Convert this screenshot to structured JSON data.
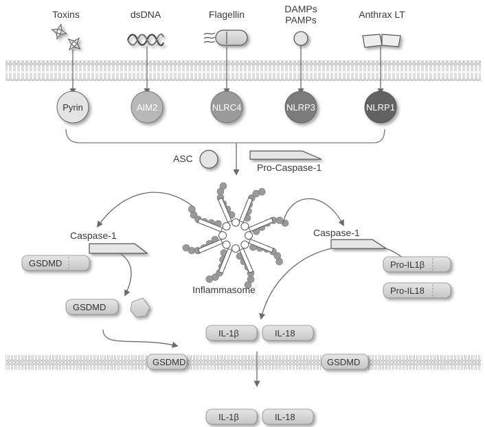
{
  "stimuli": {
    "toxins": "Toxins",
    "dsdna": "dsDNA",
    "flagellin": "Flagellin",
    "damps": "DAMPs",
    "pamps": "PAMPs",
    "anthrax": "Anthrax LT"
  },
  "receptors": {
    "pyrin": "Pyrin",
    "aim2": "AIM2",
    "nlrc4": "NLRC4",
    "nlrp3": "NLRP3",
    "nlrp1": "NLRP1"
  },
  "adaptor": {
    "asc": "ASC",
    "pro_caspase": "Pro-Caspase-1"
  },
  "complex": {
    "inflammasome": "Inflammasome",
    "caspase_left": "Caspase-1",
    "caspase_right": "Caspase-1"
  },
  "substrates": {
    "gsdmd_full": "GSDMD",
    "gsdmd_cleaved": "GSDMD",
    "gsdmd_pore_left": "GSDMD",
    "gsdmd_pore_right": "GSDMD",
    "pro_il1b": "Pro-IL1β",
    "pro_il18": "Pro-IL18",
    "il1b_inner": "IL-1β",
    "il18_inner": "IL-18",
    "il1b_outer": "IL-1β",
    "il18_outer": "IL-18"
  },
  "colors": {
    "pyrin": "#e4e4e4",
    "aim2": "#b8b8b8",
    "nlrc4": "#9a9a9a",
    "nlrp3": "#7c7c7c",
    "nlrp1": "#626262",
    "pill": "#d2d2d2",
    "membrane": "#c8c8c8",
    "line": "#7a7a7a"
  }
}
